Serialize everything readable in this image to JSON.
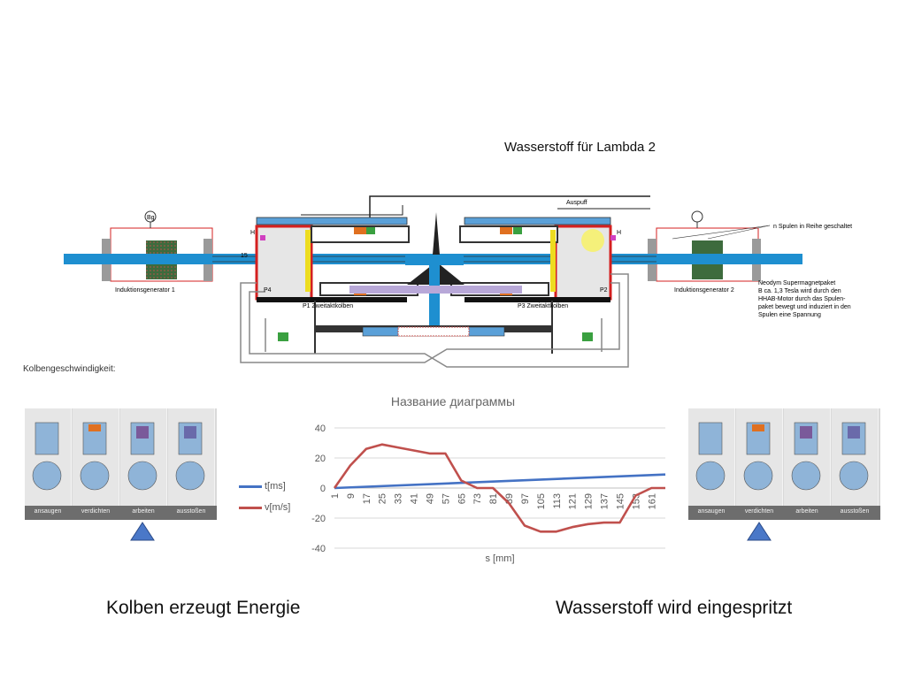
{
  "diagram": {
    "title": "Wasserstoff für Lambda 2",
    "auspuff": "Auspuff",
    "label_15": "15",
    "label_h_left": "H",
    "label_h_right": "H",
    "label_p4": "P4",
    "label_p2": "P2",
    "label_bg": "Bg",
    "gen_left": "Induktionsgenerator 1",
    "gen_right": "Induktionsgenerator 2",
    "spulen_note": "n Spulen in Reihe geschaltet",
    "magnet_note": [
      "Neodym Supermagnetpaket",
      "B ca. 1,3 Tesla wird durch den",
      "HHAB-Motor durch das Spulen-",
      "paket bewegt und induziert in den",
      "Spulen eine Spannung"
    ],
    "kolben_left": "P1 Zweitaktkolben",
    "kolben_right": "P3 Zweitaktkolben"
  },
  "kolben_label": "Kolbengeschwindigkeit:",
  "engine_strip": [
    "ansaugen",
    "verdichten",
    "arbeiten",
    "ausstoßen"
  ],
  "captions": {
    "left": "Kolben erzeugt Energie",
    "right": "Wasserstoff wird eingespritzt"
  },
  "colors": {
    "series_t": "#4472c4",
    "series_v": "#c0504d",
    "shaft_blue": "#1e8fd0",
    "frame_red": "#d42020",
    "grid": "#d9d9d9"
  },
  "chart_data": {
    "type": "line",
    "title": "Название диаграммы",
    "xlabel": "s [mm]",
    "ylabel": "",
    "ylim": [
      -40,
      40
    ],
    "yticks": [
      40,
      20,
      0,
      -20,
      -40
    ],
    "x_tick_labels": [
      "1",
      "9",
      "17",
      "25",
      "33",
      "41",
      "49",
      "57",
      "65",
      "73",
      "81",
      "89",
      "97",
      "105",
      "113",
      "121",
      "129",
      "137",
      "145",
      "153",
      "161"
    ],
    "x_range": [
      1,
      168
    ],
    "series": [
      {
        "name": "t[ms]",
        "x": [
          1,
          168
        ],
        "y": [
          0,
          9
        ]
      },
      {
        "name": "v[m/s]",
        "x": [
          1,
          9,
          17,
          25,
          33,
          41,
          49,
          57,
          65,
          73,
          81,
          89,
          97,
          105,
          113,
          121,
          129,
          137,
          145,
          153,
          161,
          168
        ],
        "y": [
          0,
          15,
          26,
          29,
          27,
          25,
          23,
          23,
          5,
          0,
          0,
          -10,
          -25,
          -29,
          -29,
          -26,
          -24,
          -23,
          -23,
          -5,
          0,
          0
        ]
      }
    ]
  }
}
